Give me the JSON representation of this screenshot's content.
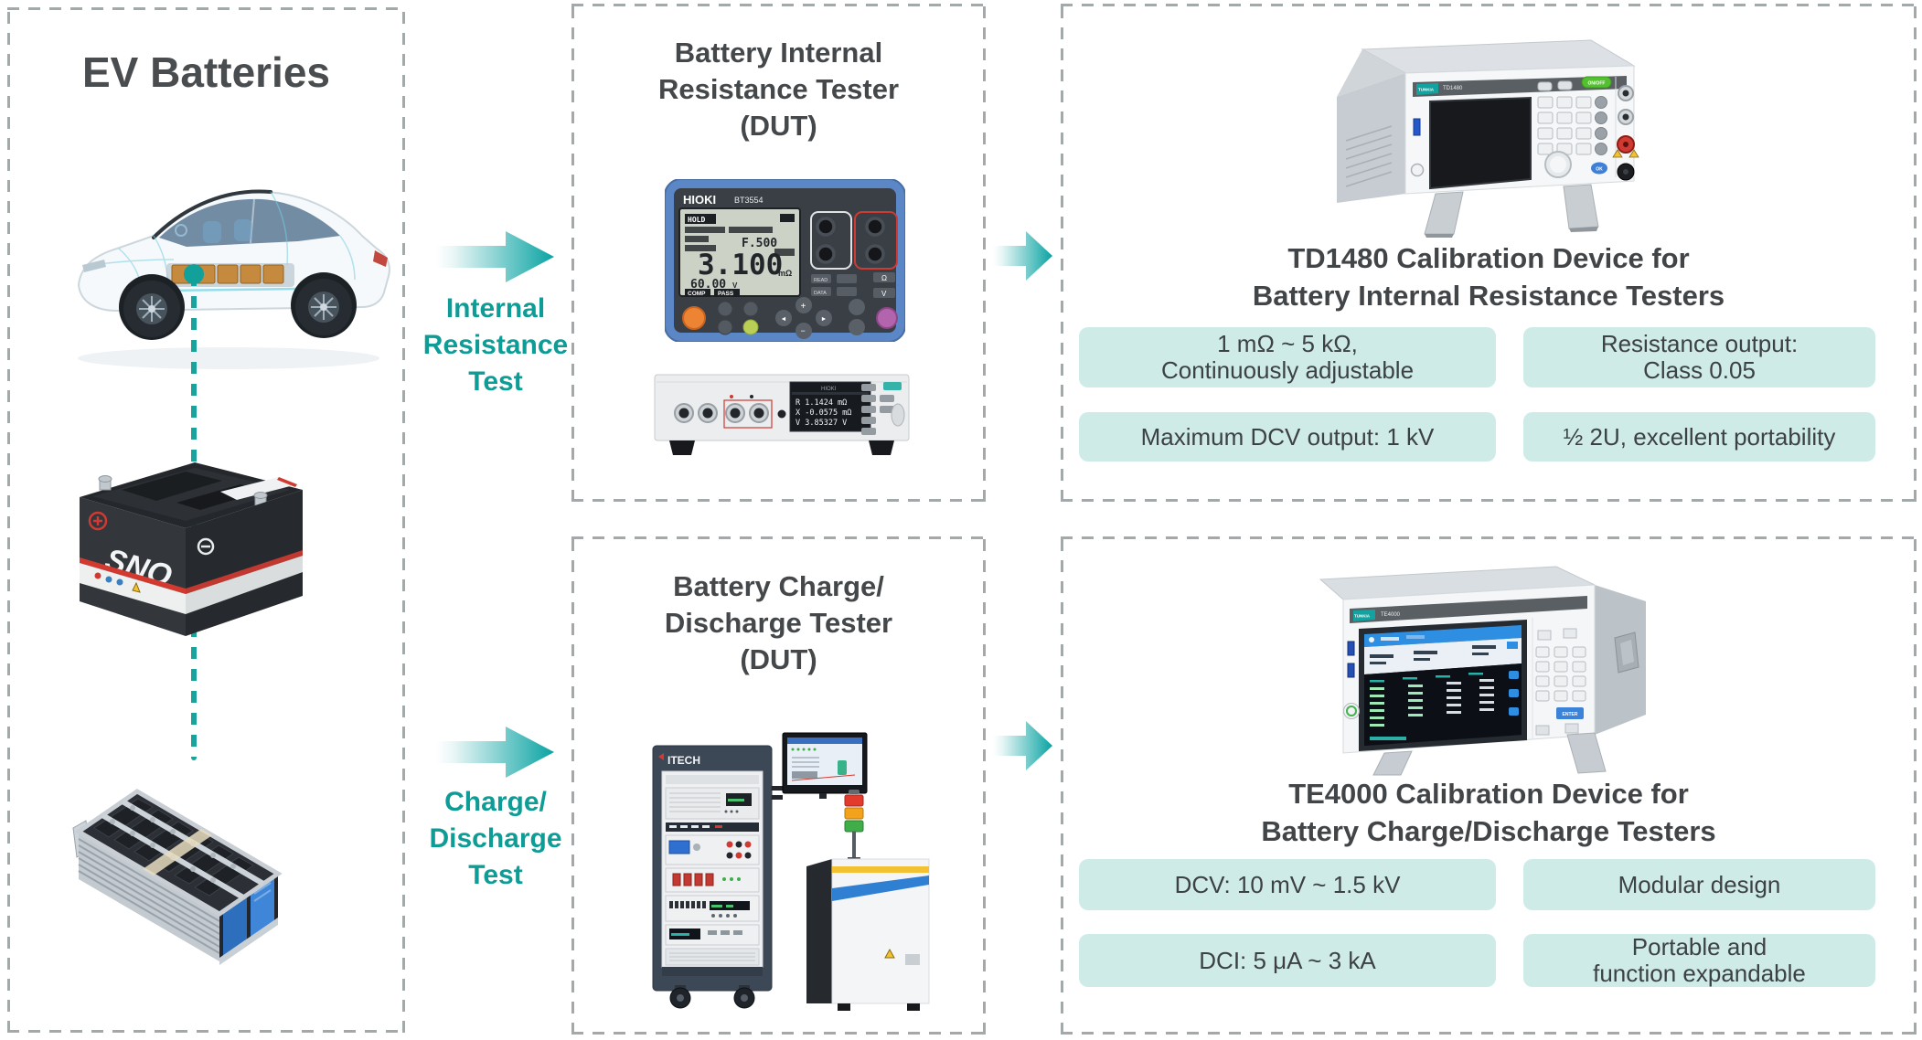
{
  "palette": {
    "teal": "#0E9C96",
    "arrow_teal": "#0BA3A3",
    "badge_bg": "#CFEBE8",
    "heading": "#45484A",
    "panel_border": "#A3A8AB"
  },
  "left_panel": {
    "title": "EV Batteries"
  },
  "flows": {
    "internal_resistance": {
      "label": "Internal\nResistance\nTest"
    },
    "charge_discharge": {
      "label": "Charge/\nDischarge\nTest"
    }
  },
  "dut_internal": {
    "title": "Battery Internal\nResistance Tester\n(DUT)"
  },
  "dut_charge": {
    "title": "Battery Charge/\nDischarge Tester\n(DUT)"
  },
  "td1480": {
    "title": "TD1480 Calibration Device for\nBattery Internal Resistance Testers",
    "badges": [
      {
        "text": "1 mΩ ~ 5 kΩ,\nContinuously adjustable"
      },
      {
        "text": "Resistance output:\nClass 0.05"
      },
      {
        "text": "Maximum DCV output: 1 kV"
      },
      {
        "text": "½ 2U, excellent portability"
      }
    ]
  },
  "te4000": {
    "title": "TE4000 Calibration Device for\nBattery Charge/Discharge Testers",
    "badges": [
      {
        "text": "DCV: 10 mV ~ 1.5 kV"
      },
      {
        "text": "Modular design"
      },
      {
        "text": "DCI: 5 μA ~ 3 kA"
      },
      {
        "text": "Portable and\nfunction expandable"
      }
    ]
  },
  "devices": {
    "handheld": {
      "brand": "HIOKI",
      "model": "BT3554",
      "hold": "HOLD",
      "range": "F.500",
      "main": "3.100",
      "main_unit": "mΩ",
      "volt": "60.00",
      "volt_unit": "V",
      "comp": "COMP",
      "pass": "PASS",
      "read_key": "READ",
      "data_key": "DATA",
      "ohm_key": "Ω",
      "v_key": "V"
    },
    "bench": {
      "brand": "HIOKI",
      "row_r": "R  1.1424 mΩ",
      "row_x": "X -0.0575 mΩ",
      "row_v": "V 3.85327 V"
    },
    "sno": {
      "brand": "SNO"
    },
    "itech": {
      "brand": "ITECH"
    },
    "td1480_front": {
      "brand": "TUNKIA",
      "model": "TD1480",
      "onoff": "ON/OFF",
      "ok": "OK"
    },
    "te4000_front": {
      "brand": "TUNKIA",
      "model": "TE4000",
      "enter": "ENTER"
    }
  }
}
